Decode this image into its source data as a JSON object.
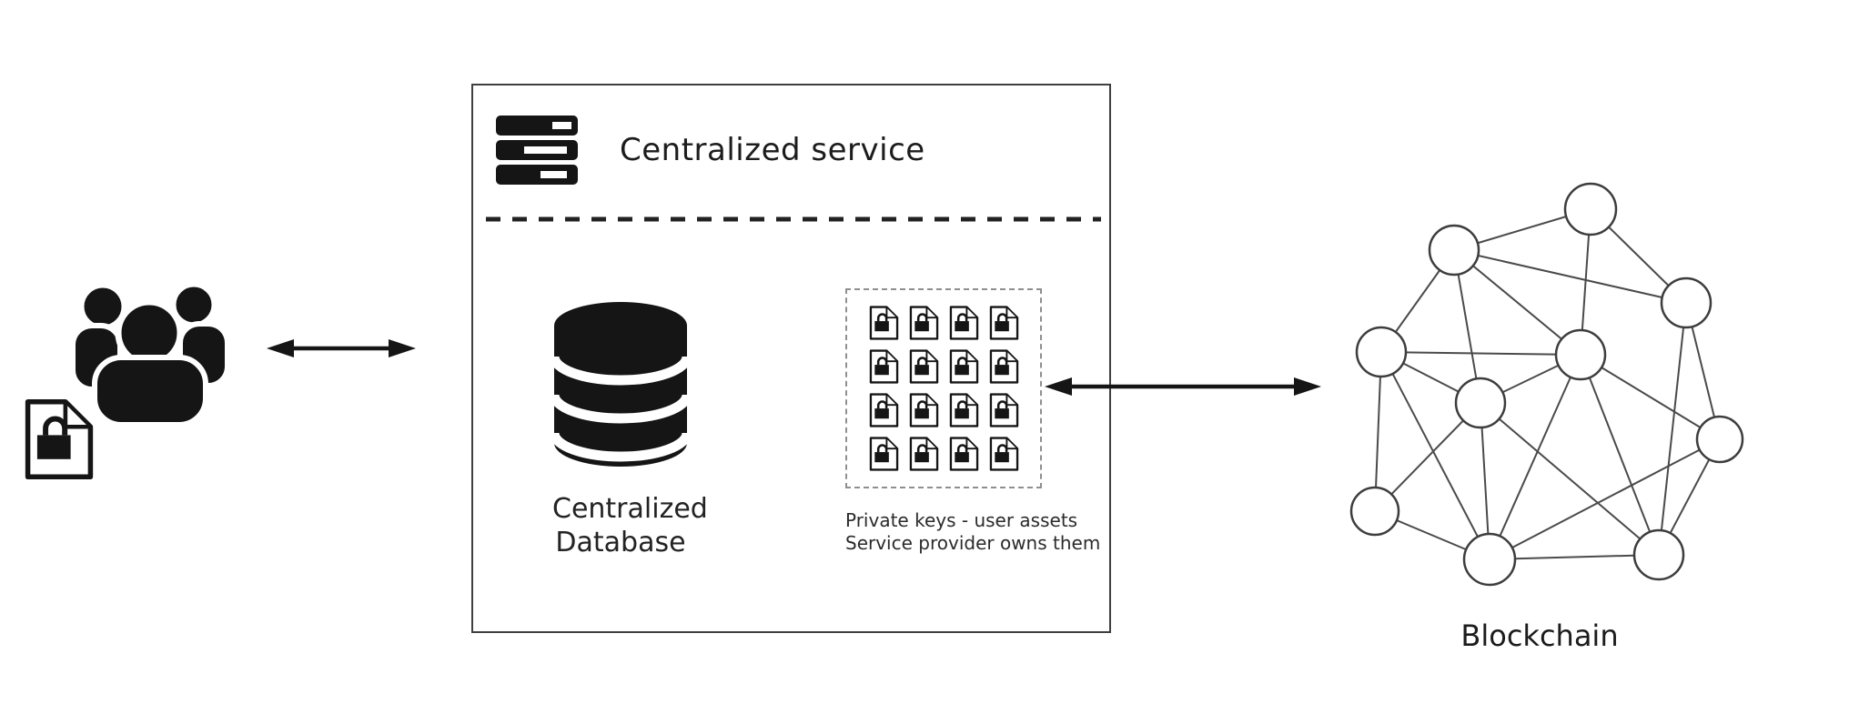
{
  "colors": {
    "ink": "#151515",
    "box_border": "#3f3f3f",
    "dotted_border": "#8f8f8f",
    "edge": "#4a4a4a",
    "node_stroke": "#3d3d3d",
    "node_fill": "#ffffff",
    "text": "#1f1f1f"
  },
  "users": {
    "icon": "users-group-icon",
    "doc_icon": "document-lock-icon"
  },
  "arrows": {
    "left_icon": "bidirectional-arrow-icon",
    "right_icon": "bidirectional-arrow-icon"
  },
  "service_box": {
    "title": "Centralized service",
    "server_icon": "server-stack-icon",
    "database": {
      "icon": "database-cylinder-icon",
      "label_line1": "Centralized",
      "label_line2": "Database"
    },
    "private_keys": {
      "caption_line1": "Private keys - user assets",
      "caption_line2": "Service provider owns them",
      "grid": {
        "rows": 4,
        "cols": 4,
        "icon": "document-lock-icon"
      }
    }
  },
  "blockchain": {
    "label": "Blockchain",
    "network": {
      "nodes": [
        [
          296,
          88,
          28
        ],
        [
          146,
          133,
          27
        ],
        [
          401,
          191,
          27
        ],
        [
          66,
          245,
          27
        ],
        [
          285,
          248,
          27
        ],
        [
          175,
          301,
          27
        ],
        [
          438,
          341,
          25
        ],
        [
          59,
          420,
          26
        ],
        [
          185,
          473,
          28
        ],
        [
          371,
          468,
          27
        ]
      ],
      "edges": [
        [
          0,
          1
        ],
        [
          0,
          2
        ],
        [
          0,
          4
        ],
        [
          1,
          2
        ],
        [
          1,
          3
        ],
        [
          1,
          4
        ],
        [
          1,
          5
        ],
        [
          2,
          6
        ],
        [
          2,
          9
        ],
        [
          3,
          4
        ],
        [
          3,
          5
        ],
        [
          3,
          7
        ],
        [
          3,
          8
        ],
        [
          4,
          5
        ],
        [
          4,
          6
        ],
        [
          4,
          8
        ],
        [
          4,
          9
        ],
        [
          5,
          7
        ],
        [
          5,
          8
        ],
        [
          5,
          9
        ],
        [
          6,
          8
        ],
        [
          6,
          9
        ],
        [
          7,
          8
        ],
        [
          8,
          9
        ]
      ]
    }
  }
}
